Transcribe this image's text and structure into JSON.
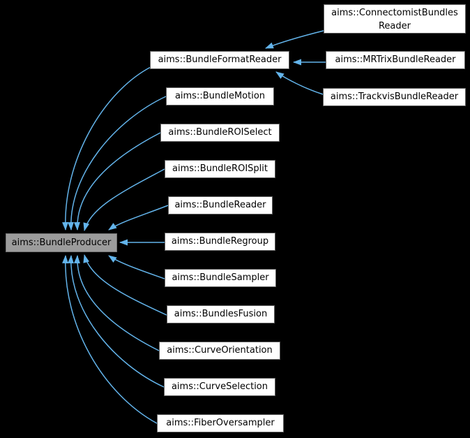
{
  "nodes": {
    "producer": "aims::BundleProducer",
    "format_reader": "aims::BundleFormatReader",
    "motion": "aims::BundleMotion",
    "roi_select": "aims::BundleROISelect",
    "roi_split": "aims::BundleROISplit",
    "reader": "aims::BundleReader",
    "regroup": "aims::BundleRegroup",
    "sampler": "aims::BundleSampler",
    "fusion": "aims::BundlesFusion",
    "curve_orientation": "aims::CurveOrientation",
    "curve_selection": "aims::CurveSelection",
    "fiber_oversampler": "aims::FiberOversampler",
    "connectomist_line1": "aims::ConnectomistBundles",
    "connectomist_line2": "Reader",
    "mrtrix": "aims::MRTrixBundleReader",
    "trackvis": "aims::TrackvisBundleReader"
  },
  "edges": [
    {
      "from": "aims::BundleFormatReader",
      "to": "aims::BundleProducer"
    },
    {
      "from": "aims::BundleMotion",
      "to": "aims::BundleProducer"
    },
    {
      "from": "aims::BundleROISelect",
      "to": "aims::BundleProducer"
    },
    {
      "from": "aims::BundleROISplit",
      "to": "aims::BundleProducer"
    },
    {
      "from": "aims::BundleReader",
      "to": "aims::BundleProducer"
    },
    {
      "from": "aims::BundleRegroup",
      "to": "aims::BundleProducer"
    },
    {
      "from": "aims::BundleSampler",
      "to": "aims::BundleProducer"
    },
    {
      "from": "aims::BundlesFusion",
      "to": "aims::BundleProducer"
    },
    {
      "from": "aims::CurveOrientation",
      "to": "aims::BundleProducer"
    },
    {
      "from": "aims::CurveSelection",
      "to": "aims::BundleProducer"
    },
    {
      "from": "aims::FiberOversampler",
      "to": "aims::BundleProducer"
    },
    {
      "from": "aims::ConnectomistBundlesReader",
      "to": "aims::BundleFormatReader"
    },
    {
      "from": "aims::MRTrixBundleReader",
      "to": "aims::BundleFormatReader"
    },
    {
      "from": "aims::TrackvisBundleReader",
      "to": "aims::BundleFormatReader"
    }
  ],
  "colors": {
    "edge": "#63b4eb",
    "node_fill": "#ffffff",
    "node_border": "#606060",
    "current_node_fill": "#9c9c9c",
    "current_node_border": "#737373",
    "text": "#000000",
    "background": "#000000"
  }
}
